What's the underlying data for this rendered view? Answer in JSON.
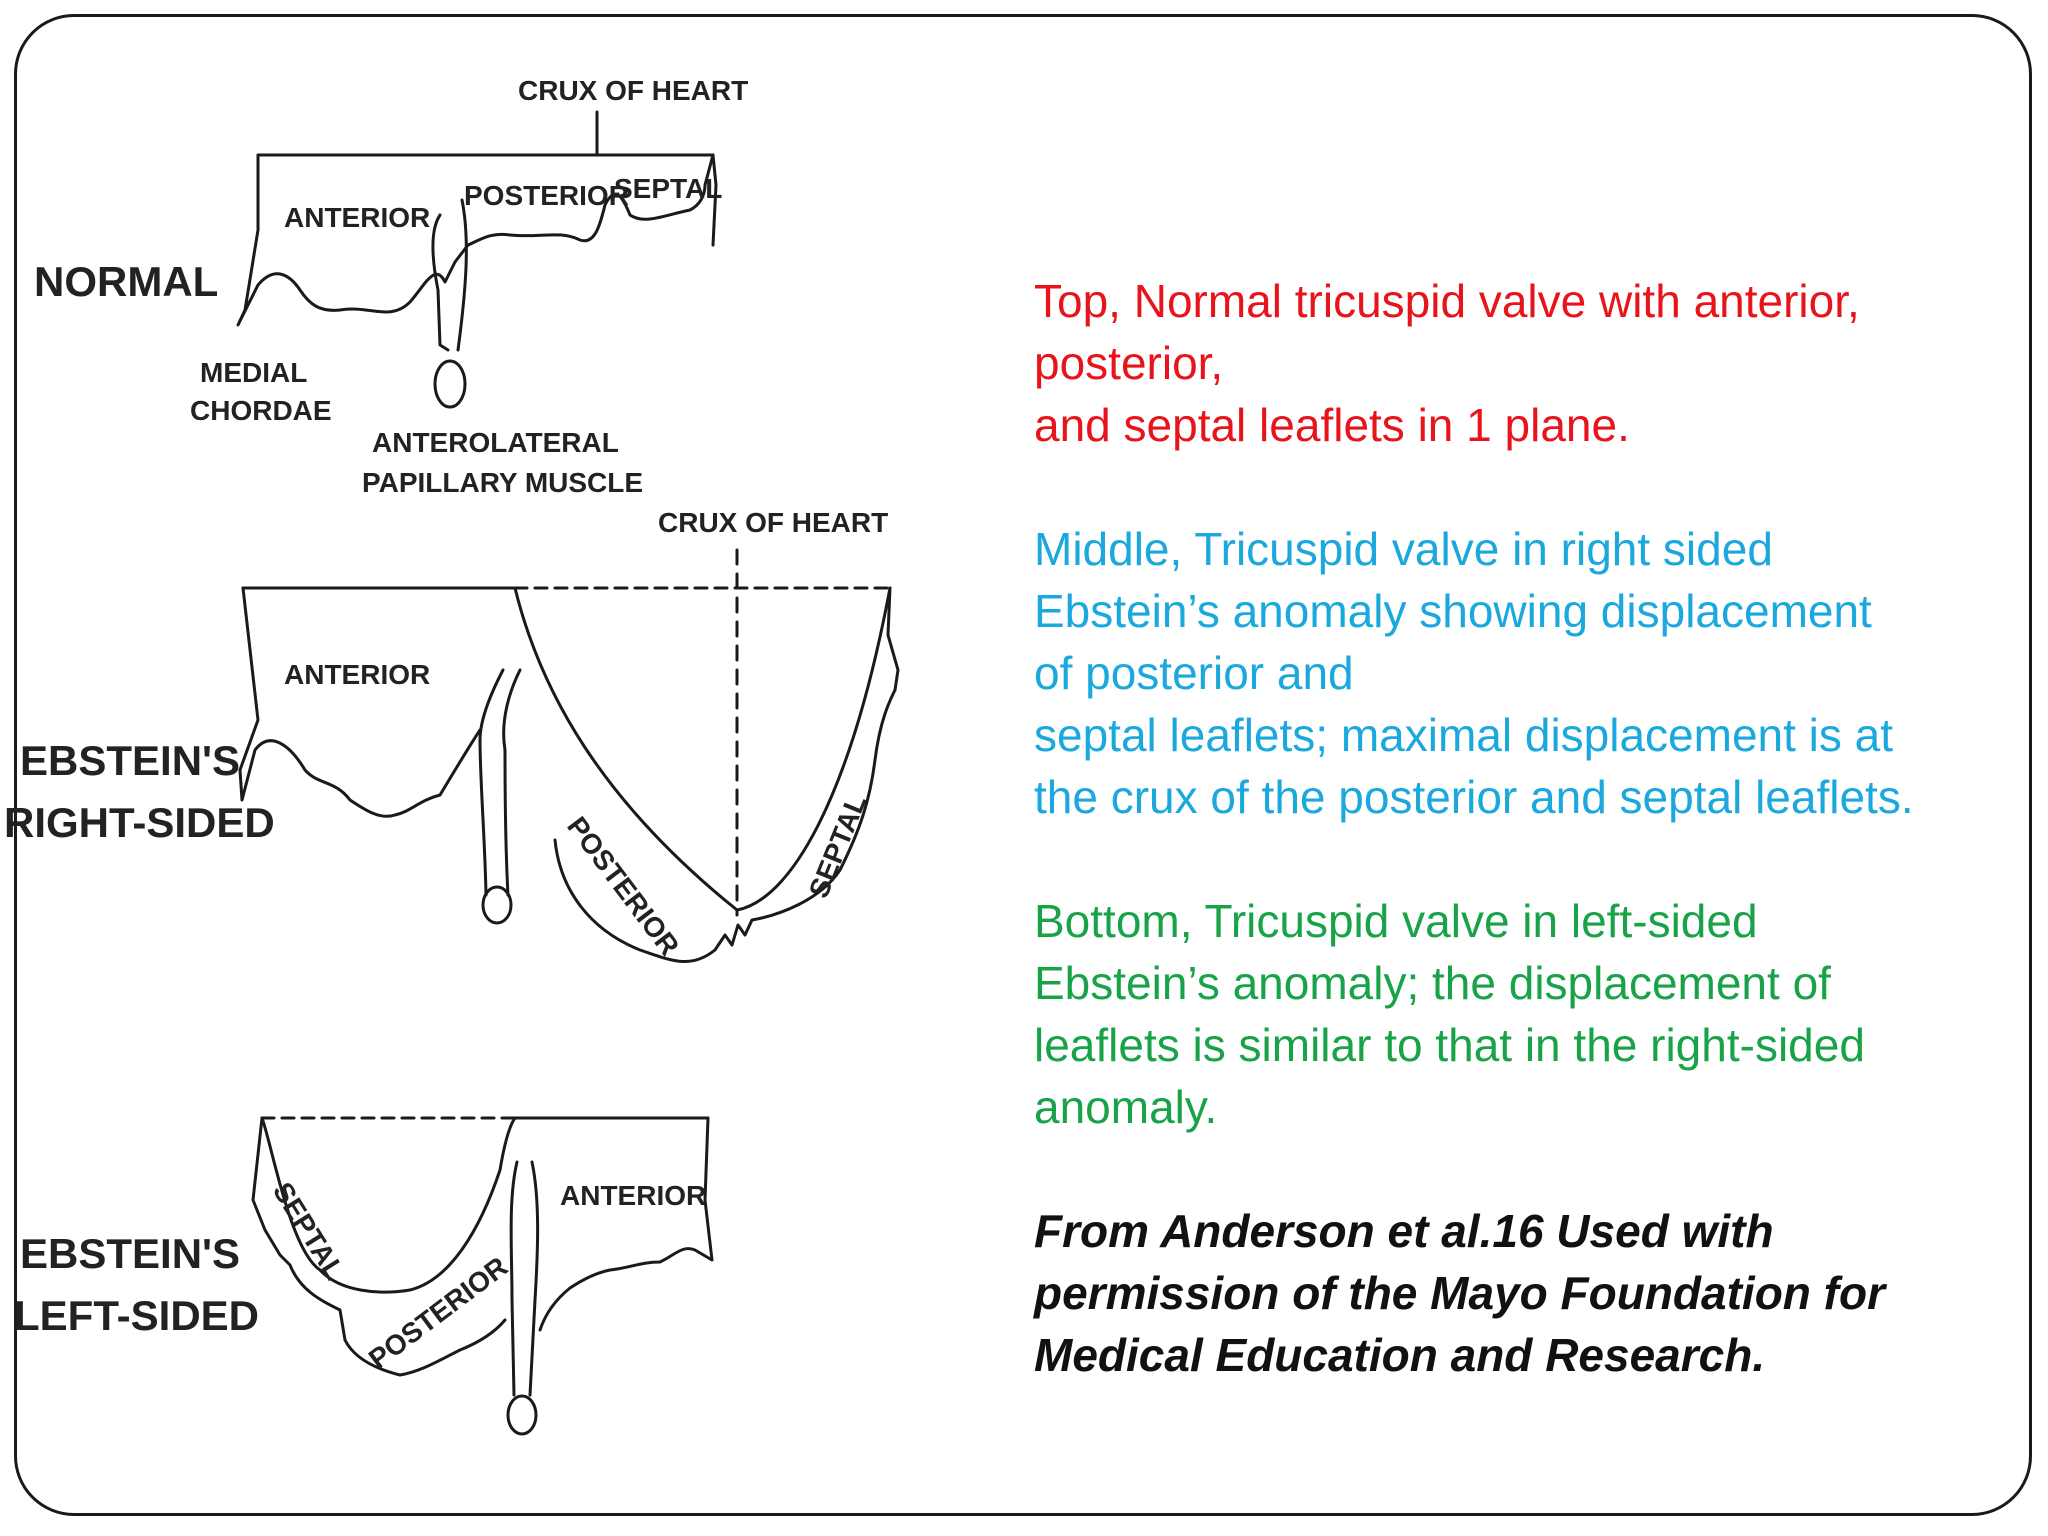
{
  "diagram": {
    "normal": {
      "row_label": "NORMAL",
      "crux_label": "CRUX OF HEART",
      "anterior": "ANTERIOR",
      "posterior": "POSTERIOR",
      "septal": "SEPTAL",
      "medial_chordae_line1": "MEDIAL",
      "medial_chordae_line2": "CHORDAE",
      "papillary_line1": "ANTEROLATERAL",
      "papillary_line2": "PAPILLARY MUSCLE"
    },
    "right_sided": {
      "row_label_line1": "EBSTEIN'S",
      "row_label_line2": "RIGHT-SIDED",
      "crux_label": "CRUX OF HEART",
      "anterior": "ANTERIOR",
      "posterior": "POSTERIOR",
      "septal": "SEPTAL"
    },
    "left_sided": {
      "row_label_line1": "EBSTEIN'S",
      "row_label_line2": "LEFT-SIDED",
      "anterior": "ANTERIOR",
      "posterior": "POSTERIOR",
      "septal": "SEPTAL"
    }
  },
  "captions": {
    "top": "Top, Normal tricuspid valve with anterior,\nposterior,\nand septal leaflets in 1 plane.",
    "middle": "Middle, Tricuspid valve in right sided\nEbstein’s anomaly showing displacement\nof posterior and\nseptal leaflets; maximal displacement is at\nthe crux of the posterior and septal leaflets.",
    "bottom": "Bottom, Tricuspid valve in left-sided\nEbstein’s anomaly; the displacement of\nleaflets is similar to that in the right-sided\nanomaly.",
    "credit": "From Anderson et al.16 Used with\npermission of the Mayo Foundation for\nMedical Education and Research."
  },
  "colors": {
    "top_caption": "#e8141c",
    "middle_caption": "#1ba8dc",
    "bottom_caption": "#19a348",
    "credit_caption": "#111111"
  }
}
